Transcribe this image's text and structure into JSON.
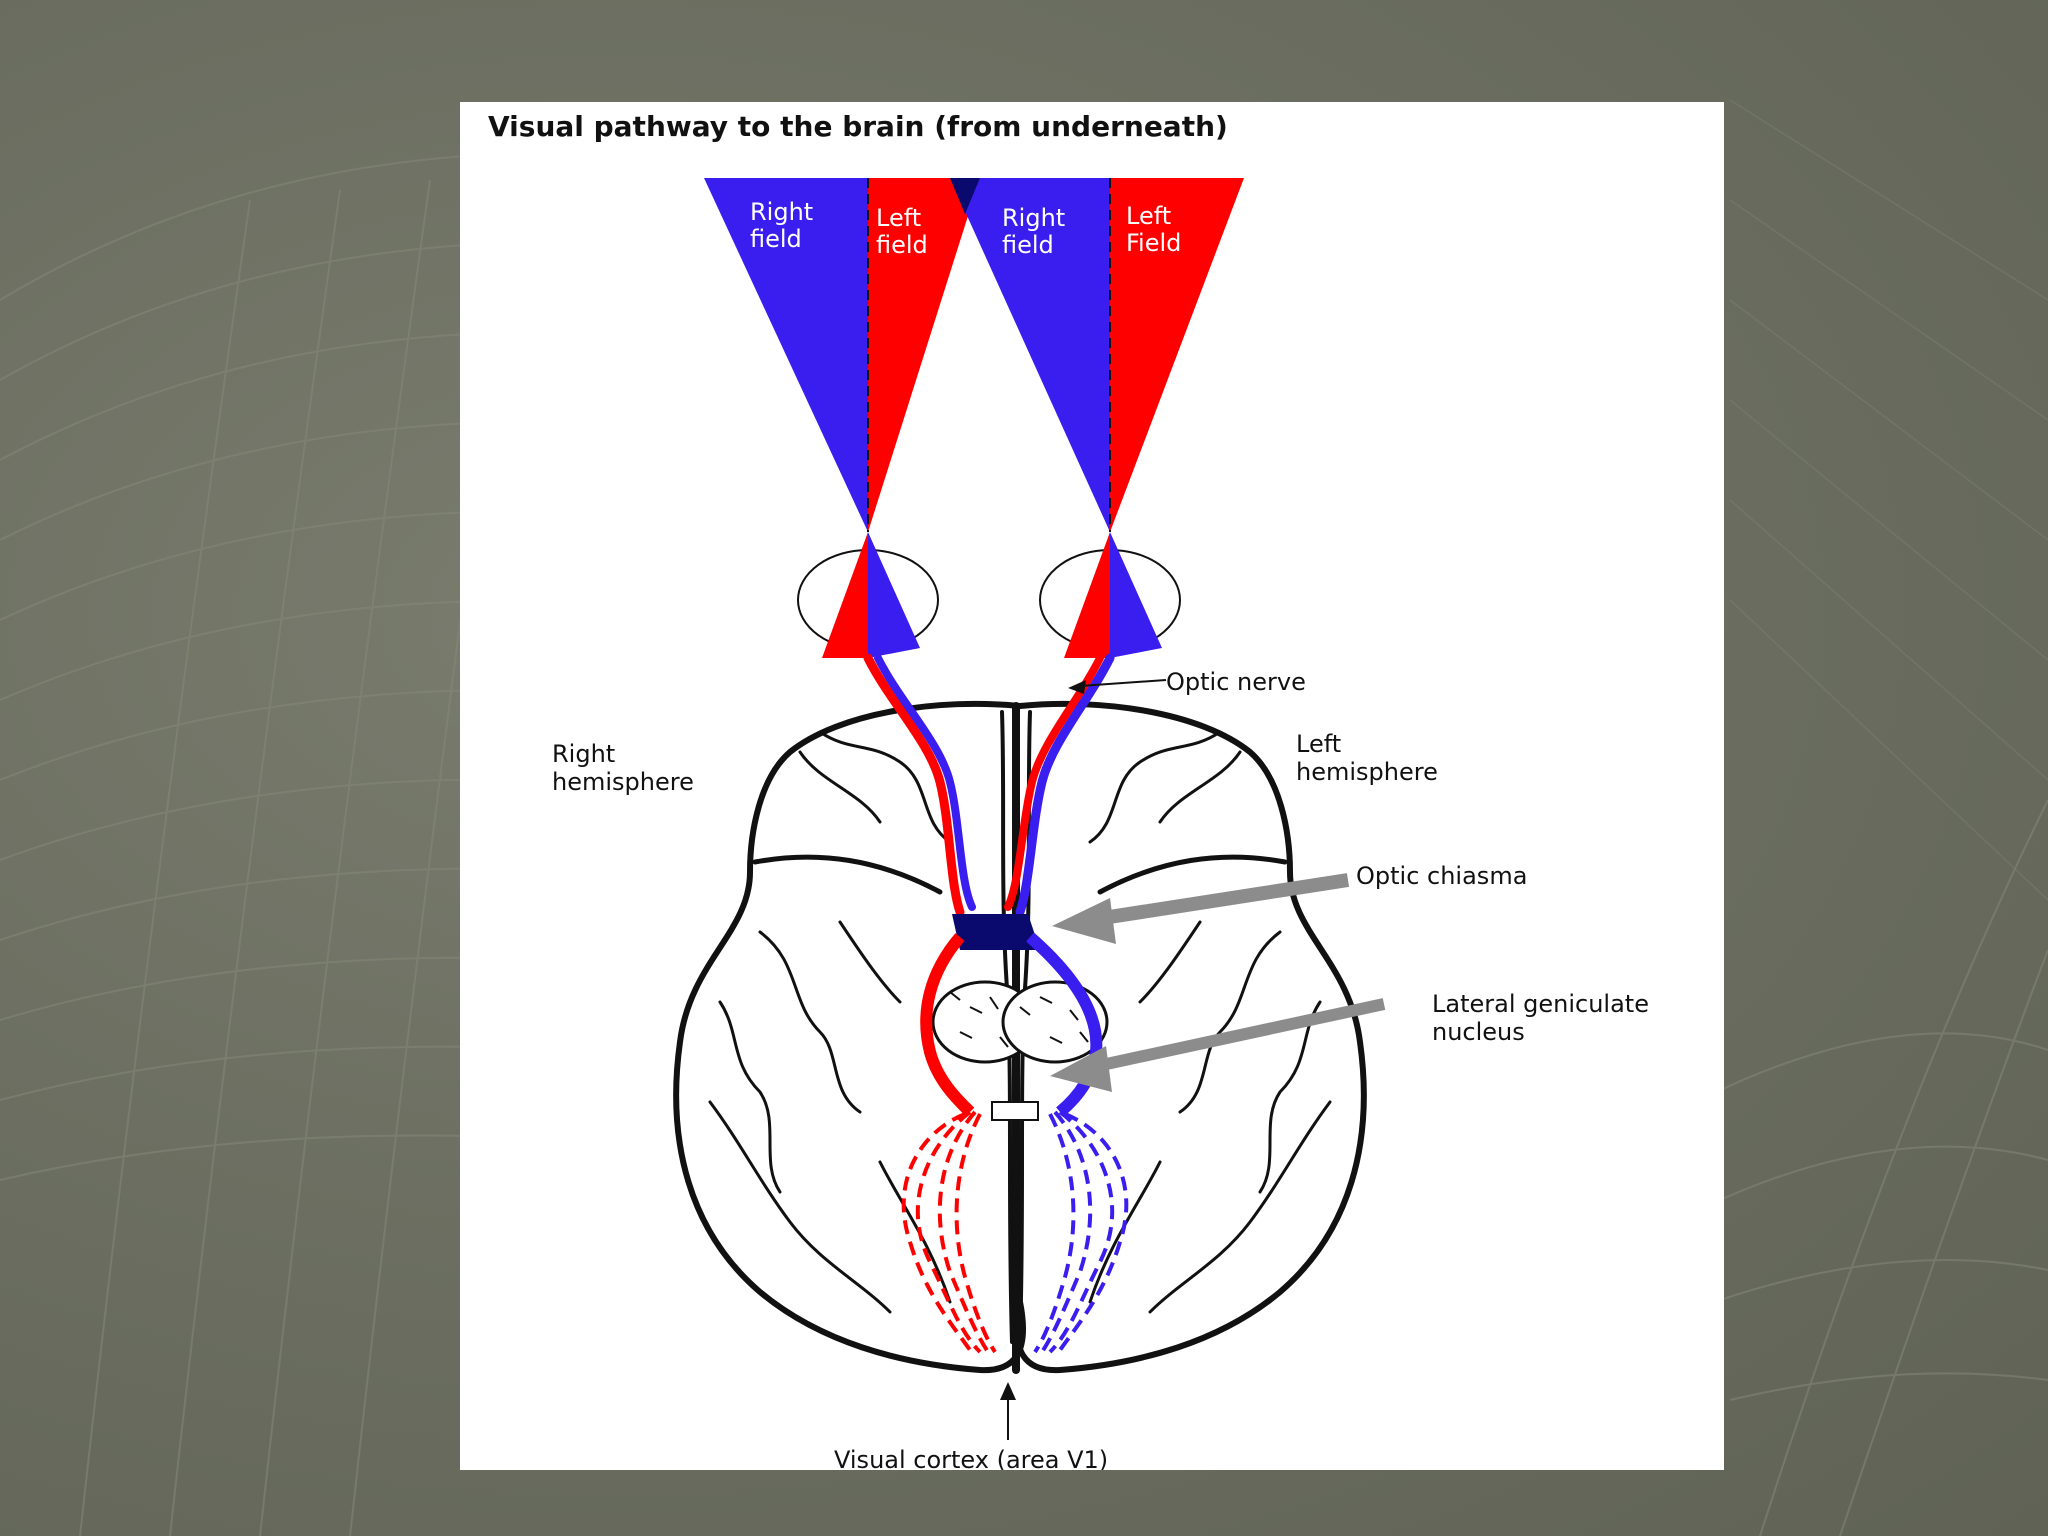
{
  "title": "Visual pathway to the brain (from underneath)",
  "fields": {
    "right_eye_right": [
      "Right",
      "field"
    ],
    "right_eye_left": [
      "Left",
      "field"
    ],
    "left_eye_right": [
      "Right",
      "field"
    ],
    "left_eye_left": [
      "Left",
      "Field"
    ]
  },
  "labels": {
    "optic_nerve": "Optic nerve",
    "right_hemisphere": [
      "Right",
      "hemisphere"
    ],
    "left_hemisphere": [
      "Left",
      "hemisphere"
    ],
    "optic_chiasma": "Optic chiasma",
    "lgn": [
      "Lateral geniculate",
      "nucleus"
    ],
    "visual_cortex": "Visual cortex (area V1)"
  },
  "colors": {
    "right_field_blue": "#3a1ef0",
    "left_field_red": "#ff0000",
    "overlap_navy": "#0a0a6e",
    "pointer_gray": "#8c8c8c",
    "panel_white": "#ffffff"
  }
}
